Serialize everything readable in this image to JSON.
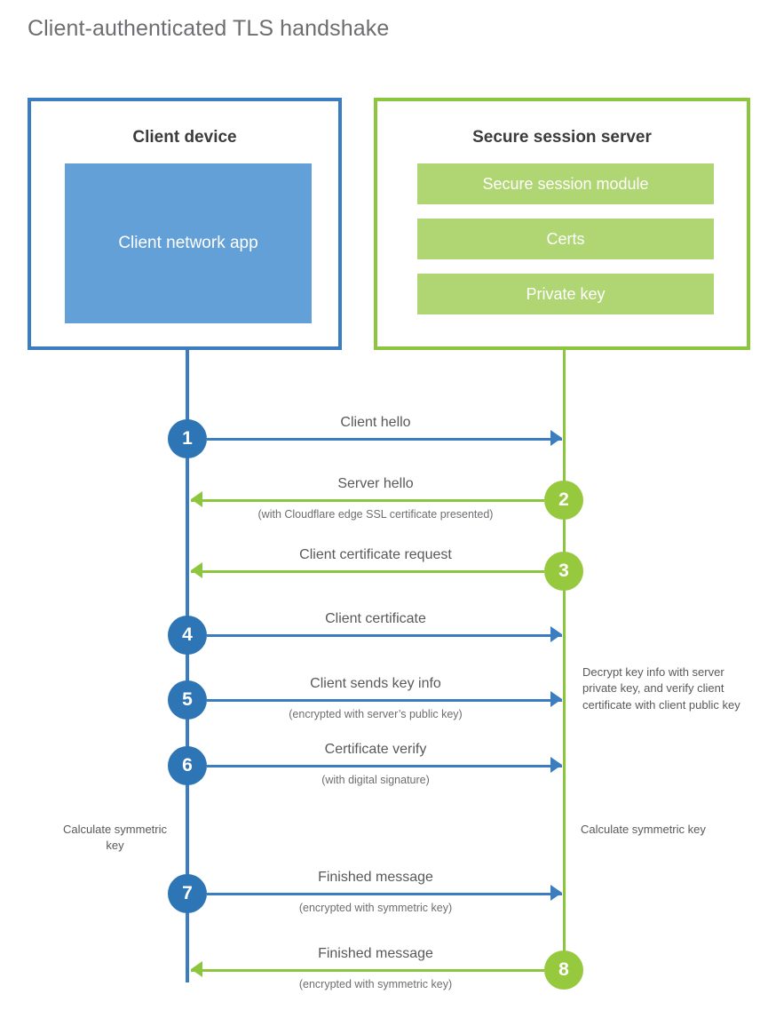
{
  "title": "Client-authenticated TLS handshake",
  "colors": {
    "client_blue": "#3b7dc0",
    "client_app_blue": "#63A0D8",
    "step_blue": "#2E75B6",
    "server_green": "#8CC63F",
    "server_item_green": "#B0D673",
    "step_green": "#96C93D",
    "text": "#58595b"
  },
  "parties": {
    "client": {
      "title": "Client device",
      "app_label": "Client network app"
    },
    "server": {
      "title": "Secure session server",
      "items": [
        "Secure session module",
        "Certs",
        "Private key"
      ]
    }
  },
  "steps": [
    {
      "number": "1",
      "side": "client",
      "direction": "right",
      "color": "blue",
      "label": "Client hello",
      "sublabel": ""
    },
    {
      "number": "2",
      "side": "server",
      "direction": "left",
      "color": "green",
      "label": "Server hello",
      "sublabel": "(with Cloudflare edge SSL certificate presented)"
    },
    {
      "number": "3",
      "side": "server",
      "direction": "left",
      "color": "green",
      "label": "Client certificate request",
      "sublabel": ""
    },
    {
      "number": "4",
      "side": "client",
      "direction": "right",
      "color": "blue",
      "label": "Client certificate",
      "sublabel": ""
    },
    {
      "number": "5",
      "side": "client",
      "direction": "right",
      "color": "blue",
      "label": "Client sends key info",
      "sublabel": "(encrypted with server’s public key)"
    },
    {
      "number": "6",
      "side": "client",
      "direction": "right",
      "color": "blue",
      "label": "Certificate verify",
      "sublabel": "(with digital signature)"
    },
    {
      "number": "7",
      "side": "client",
      "direction": "right",
      "color": "blue",
      "label": "Finished message",
      "sublabel": "(encrypted with symmetric key)"
    },
    {
      "number": "8",
      "side": "server",
      "direction": "left",
      "color": "green",
      "label": "Finished message",
      "sublabel": "(encrypted with symmetric key)"
    }
  ],
  "notes": {
    "server_decrypt": "Decrypt key info with server private key, and verify client certificate with client public key",
    "client_calculate": "Calculate symmetric key",
    "server_calculate": "Calculate symmetric key"
  }
}
